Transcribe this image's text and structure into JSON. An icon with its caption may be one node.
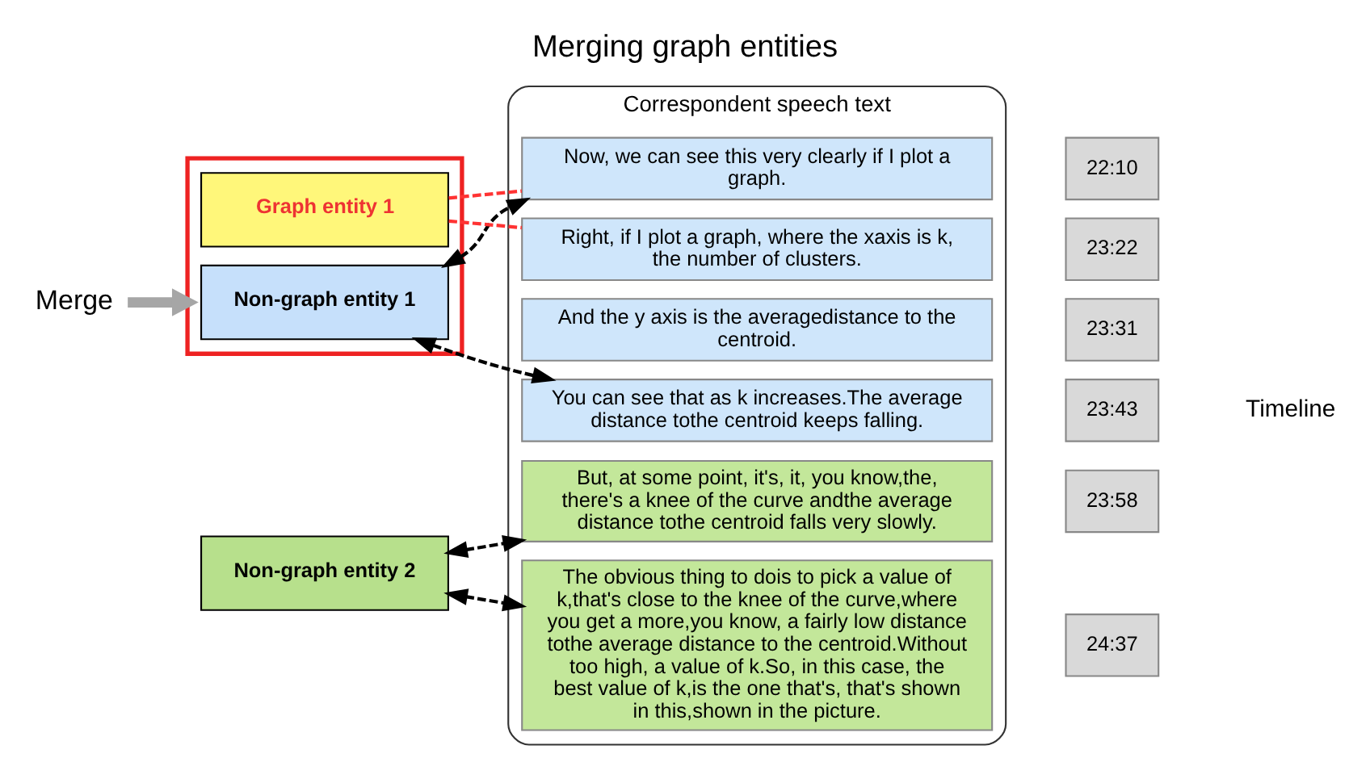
{
  "diagram": {
    "title": "Merging graph entities",
    "nodes": [
      {
        "text": [
          "Merge"
        ]
      },
      {
        "text": [],
        "shape": "box"
      },
      {
        "text": [
          "Non-graph entity 1"
        ],
        "in": 1
      },
      {
        "text": [
          "Graph entity 1"
        ],
        "in": 1
      },
      {
        "text": [
          "Non-graph entity 2"
        ]
      },
      {
        "text": [
          "Correspondent speech text"
        ]
      },
      {
        "text": [
          "Now, we can see this very clearly if I plot a graph."
        ],
        "in": 5
      },
      {
        "text": [
          "Right, if I plot a graph, where the xaxis is k, the number of clusters."
        ],
        "in": 5
      },
      {
        "text": [
          "And the y axis is the averagedistance to the centroid."
        ],
        "in": 5
      },
      {
        "text": [
          "You can see that as k increases.The average distance tothe centroid keeps falling."
        ],
        "in": 5
      },
      {
        "text": [
          "But, at some point, it's, it, you know,the, there's a knee of the curve andthe average distance tothe centroid falls very slowly."
        ],
        "in": 5
      },
      {
        "text": [
          "The obvious thing to dois to pick a value of k,that's close to the knee of the curve,where you get a more,you know, a fairly low distance tothe average distance to the centroid.Without too high, a value of k.So, in this case, the best value of k,is the one that's, that's shown in this,shown in the picture."
        ],
        "in": 5
      },
      {
        "text": [
          "22:10"
        ]
      },
      {
        "text": [
          "23:22"
        ]
      },
      {
        "text": [
          "23:31"
        ]
      },
      {
        "text": [
          "23:43"
        ]
      },
      {
        "text": [
          "23:58"
        ]
      },
      {
        "text": [
          "24:37"
        ]
      }
    ],
    "edges": [
      {
        "from": 0,
        "to": 1,
        "arrow": "to",
        "style": "thick",
        "color": "#a6a6a6"
      },
      {
        "from": 2,
        "to": 6,
        "arrow": "both",
        "style": "dashed"
      },
      {
        "from": 2,
        "to": 9,
        "arrow": "both",
        "style": "dashed"
      },
      {
        "from": 3,
        "to": 6,
        "arrow": "none",
        "style": "dashed",
        "color": "#ff3333"
      },
      {
        "from": 3,
        "to": 7,
        "arrow": "none",
        "style": "dashed",
        "color": "#ff3333"
      },
      {
        "from": 4,
        "to": 10,
        "arrow": "both",
        "style": "dashed"
      },
      {
        "from": 4,
        "to": 11,
        "arrow": "both",
        "style": "dashed"
      }
    ],
    "labels": [
      "Timeline"
    ]
  }
}
